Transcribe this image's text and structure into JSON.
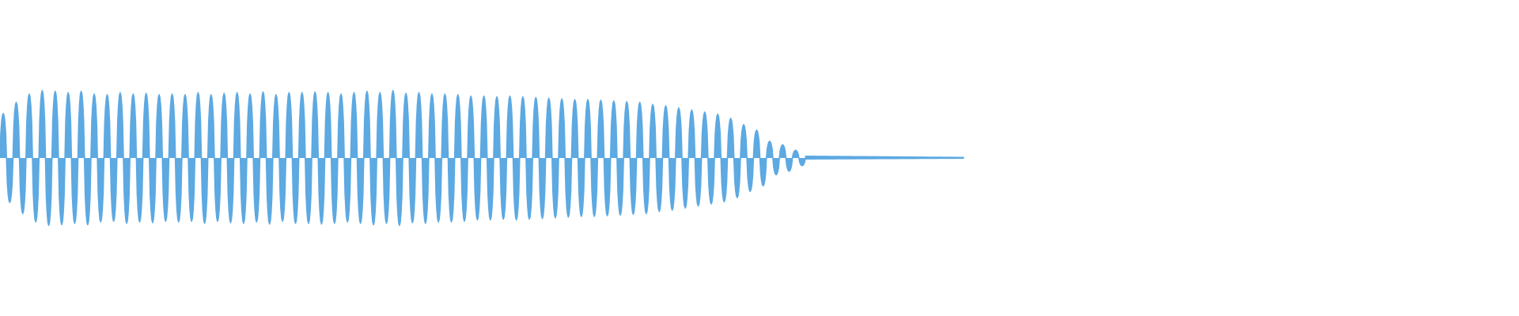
{
  "waveform": {
    "color": "#5DA9E2",
    "background": "#FFFFFF",
    "cycles": [
      0.64,
      0.8,
      0.92,
      0.97,
      0.96,
      0.94,
      0.96,
      0.92,
      0.91,
      0.94,
      0.92,
      0.93,
      0.91,
      0.92,
      0.91,
      0.94,
      0.91,
      0.93,
      0.94,
      0.92,
      0.95,
      0.91,
      0.94,
      0.94,
      0.95,
      0.94,
      0.92,
      0.94,
      0.96,
      0.94,
      0.97,
      0.93,
      0.94,
      0.92,
      0.92,
      0.91,
      0.89,
      0.89,
      0.88,
      0.89,
      0.88,
      0.87,
      0.86,
      0.85,
      0.84,
      0.84,
      0.83,
      0.82,
      0.81,
      0.8,
      0.77,
      0.75,
      0.72,
      0.69,
      0.66,
      0.63,
      0.57,
      0.48,
      0.4,
      0.24,
      0.19,
      0.11
    ],
    "tail_level": 0.03
  }
}
